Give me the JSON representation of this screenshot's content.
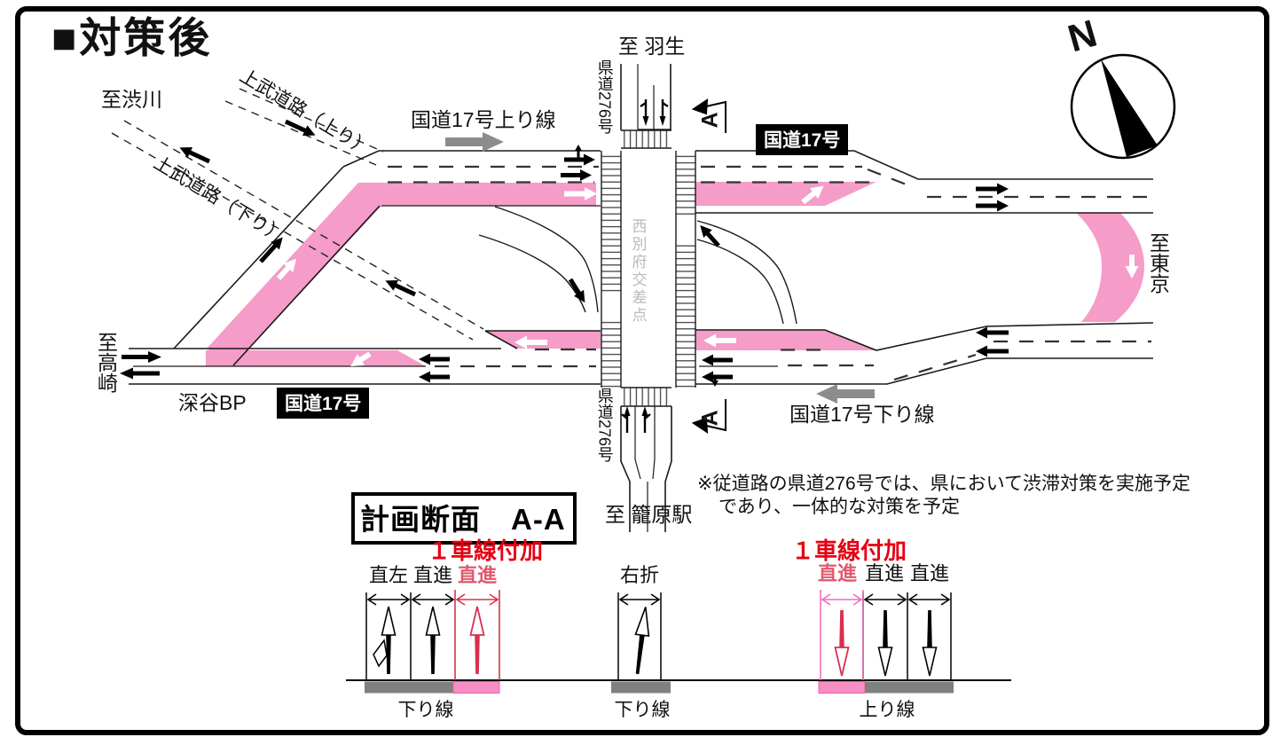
{
  "title": "■対策後",
  "compass": {
    "north": "N"
  },
  "colors": {
    "lane_added_pink": "#F59CC9",
    "added_text_red": "#E60012",
    "added_lane_label_red": "#E05A6E",
    "gray_arrow": "#8C8C8C",
    "ground_bar_gray": "#808080",
    "intersection_text_gray": "#B9B9B9"
  },
  "map": {
    "to_shibukawa": "至渋川",
    "jobu_road_up": "上武道路（上り）",
    "jobu_road_down": "上武道路（下り）",
    "route17_up_line": "国道17号上り線",
    "to_hanyu": "至 羽生",
    "kendo276": "県道276号",
    "route17_badge": "国道17号",
    "to_tokyo": "至東京",
    "to_takasaki": "至高崎",
    "fukaya_bp": "深谷BP",
    "intersection_name": "西別府交差点",
    "to_kagohara": "至 籠原駅",
    "route17_down_line": "国道17号下り線",
    "note_line1": "※従道路の県道276号では、県において渋滞対策を実施予定",
    "note_line2": "であり、一体的な対策を予定",
    "section_marker": "A"
  },
  "section": {
    "title": "計画断面　A-A",
    "lane_added_label": "１車線付加",
    "groups": [
      {
        "name": "down-line-west",
        "label": "下り線",
        "direction": "up",
        "lanes": [
          "直左",
          "直進",
          "直進"
        ],
        "added_lane_index": 2
      },
      {
        "name": "down-line-right-turn",
        "label": "下り線",
        "direction": "up",
        "lanes": [
          "右折"
        ],
        "added_lane_index": -1
      },
      {
        "name": "up-line",
        "label": "上り線",
        "direction": "down",
        "lanes": [
          "直進",
          "直進",
          "直進"
        ],
        "added_lane_index": 0
      }
    ]
  }
}
